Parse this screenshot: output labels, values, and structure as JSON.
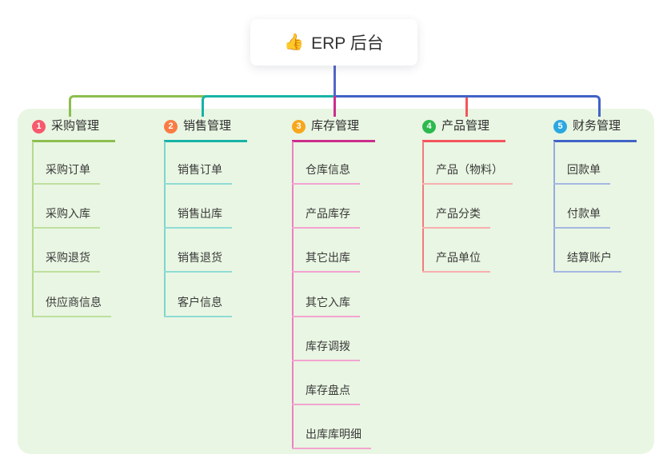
{
  "root": {
    "icon": "👍",
    "title": "ERP 后台"
  },
  "colors": {
    "page_background": "#FFFFFF",
    "panel_background": "#E9F6E3",
    "root_connector": "#5465C8",
    "text_dark": "#333333"
  },
  "branches": [
    {
      "index": "1",
      "title": "采购管理",
      "badge_color": "#F8596C",
      "line_color": "#8CBE4E",
      "trunk_color": "#B5D98E",
      "light_color": "#BEDF9E",
      "children": [
        "采购订单",
        "采购入库",
        "采购退货",
        "供应商信息"
      ]
    },
    {
      "index": "2",
      "title": "销售管理",
      "badge_color": "#F97C44",
      "line_color": "#17B3A6",
      "trunk_color": "#7DD6CC",
      "light_color": "#8FDCD4",
      "children": [
        "销售订单",
        "销售出库",
        "销售退货",
        "客户信息"
      ]
    },
    {
      "index": "3",
      "title": "库存管理",
      "badge_color": "#F7A71C",
      "line_color": "#CB2E8D",
      "trunk_color": "#EF7FC4",
      "light_color": "#F3A3D2",
      "children": [
        "仓库信息",
        "产品库存",
        "其它出库",
        "其它入库",
        "库存调拨",
        "库存盘点",
        "出库库明细"
      ]
    },
    {
      "index": "4",
      "title": "产品管理",
      "badge_color": "#2CB94F",
      "line_color": "#F4555C",
      "trunk_color": "#F37A80",
      "light_color": "#F8AFAF",
      "children": [
        "产品（物料）",
        "产品分类",
        "产品单位"
      ]
    },
    {
      "index": "5",
      "title": "财务管理",
      "badge_color": "#2CA8E0",
      "line_color": "#4163C6",
      "trunk_color": "#97ABDD",
      "light_color": "#A5B7E2",
      "children": [
        "回款单",
        "付款单",
        "结算账户"
      ]
    }
  ]
}
